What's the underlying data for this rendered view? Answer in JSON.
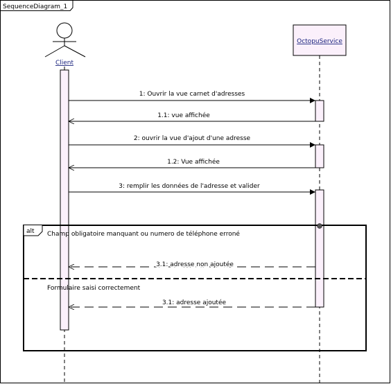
{
  "frame": {
    "title": "SequenceDiagram_1"
  },
  "lifelines": {
    "actor": {
      "name": "Client"
    },
    "service": {
      "name": "OctopuService"
    }
  },
  "messages": [
    {
      "label": "1: Ouvrir la vue carnet d'adresses",
      "direction": "to-service",
      "style": "solid"
    },
    {
      "label": "1.1: vue affichée",
      "direction": "to-client",
      "style": "solid"
    },
    {
      "label": "2: ouvrir la vue d'ajout d'une adresse",
      "direction": "to-service",
      "style": "solid"
    },
    {
      "label": "1.2: Vue affichée",
      "direction": "to-client",
      "style": "solid"
    },
    {
      "label": "3: remplir les données de l'adresse et valider",
      "direction": "to-service",
      "style": "solid"
    },
    {
      "label": "3.1: adresse non ajoutée",
      "direction": "to-client",
      "style": "dashed"
    },
    {
      "label": "3.1: adresse ajoutée",
      "direction": "to-client",
      "style": "dashed"
    }
  ],
  "alt_fragment": {
    "operator": "alt",
    "guard_1": "Champ obligatoire manquant ou numero de téléphone erroné",
    "guard_2": "Formulaire saisi correctement"
  },
  "colors": {
    "line": "#000000",
    "activation_fill": "#fbf0fb",
    "lifeline_header_fill": "#fbf0fb",
    "header_text": "#1a237e"
  }
}
